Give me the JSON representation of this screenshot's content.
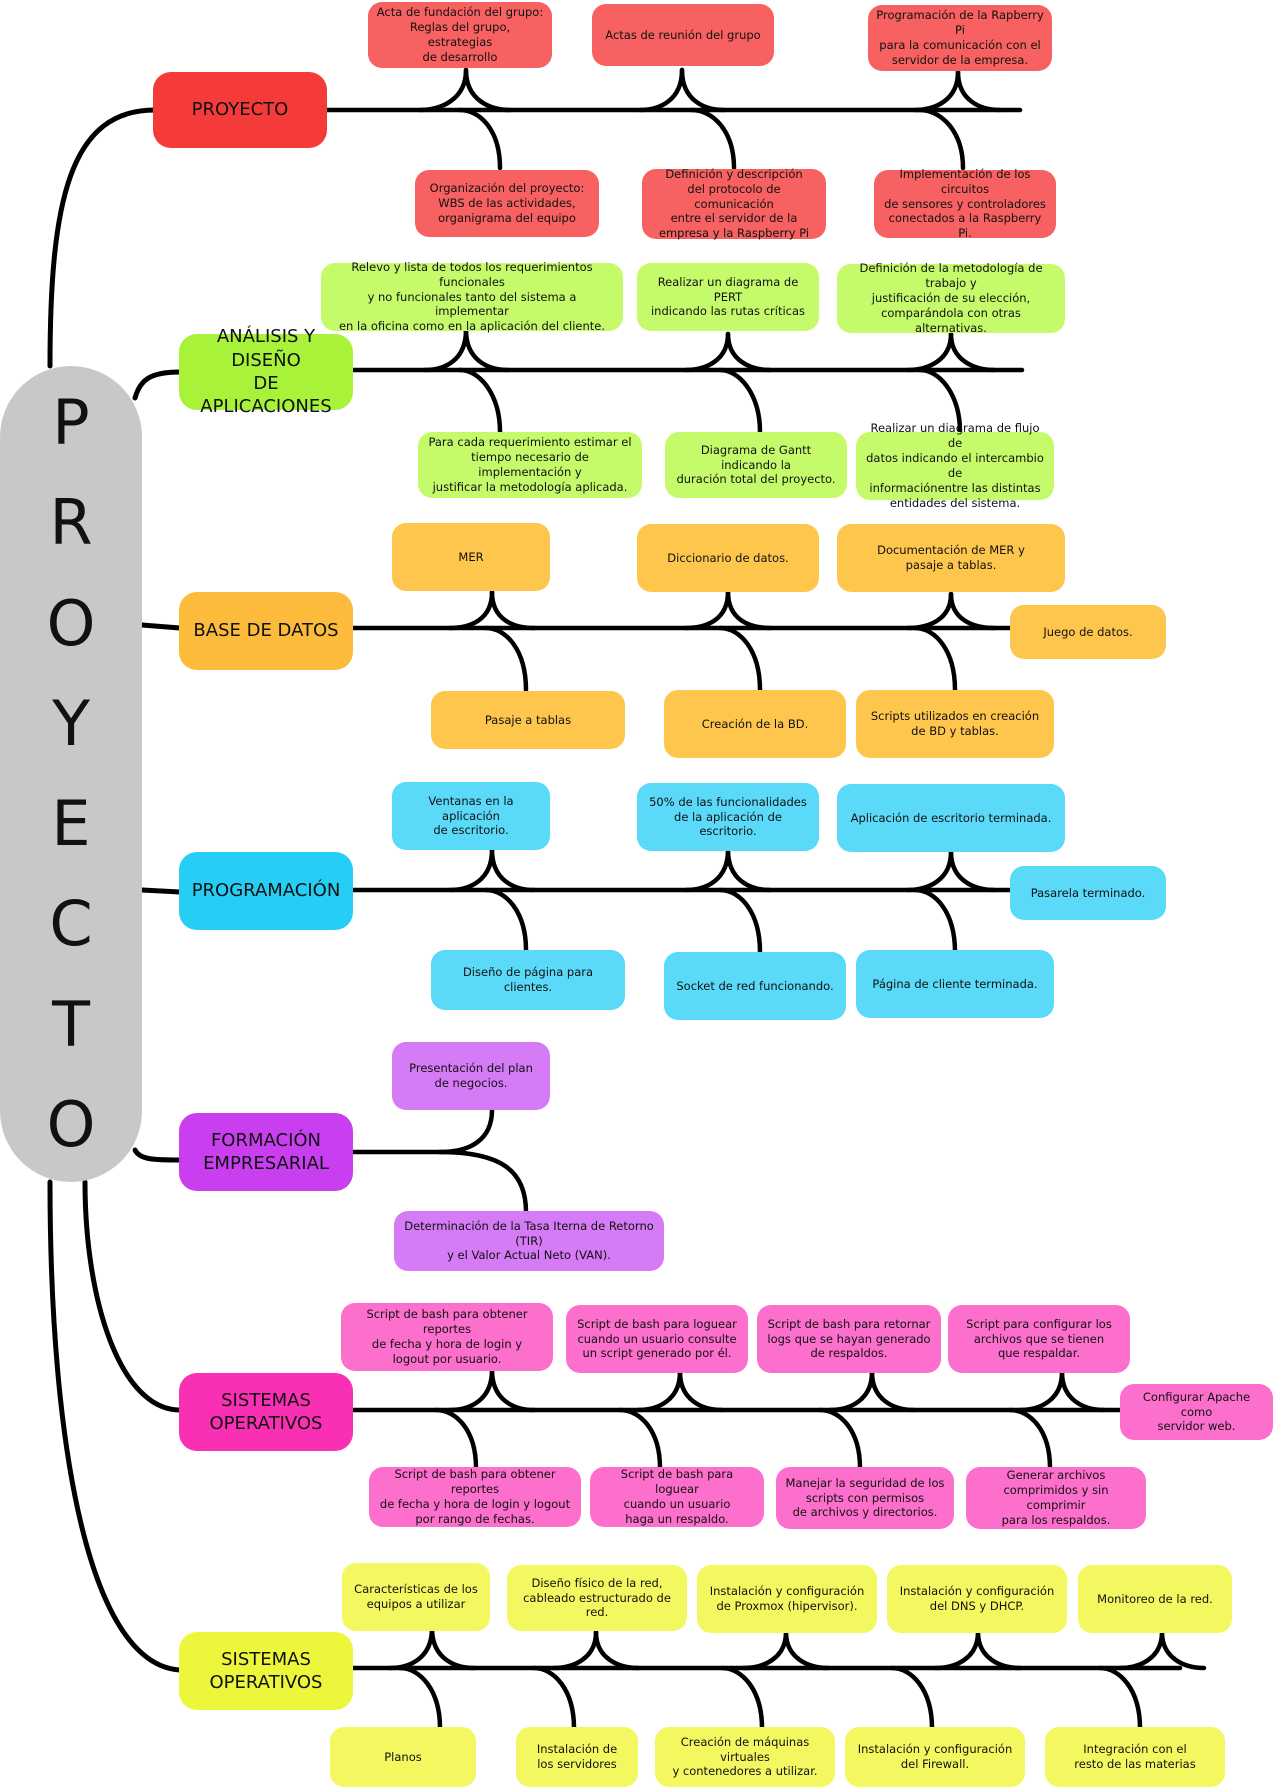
{
  "root": {
    "title": "PROYECTO",
    "letters": [
      "P",
      "R",
      "O",
      "Y",
      "E",
      "C",
      "T",
      "O"
    ]
  },
  "branches": [
    {
      "label": "PROYECTO",
      "color": "#f53a3a",
      "top": [
        "Acta de fundación del grupo:\nReglas del grupo, estrategias\nde desarrollo",
        "Actas de reunión del grupo",
        "Programación de la Rapberry Pi\npara la comunicación con el\nservidor de la empresa."
      ],
      "bottom": [
        "Organización del proyecto:\nWBS de las actividades,\norganigrama del equipo",
        "Definición y descripción\ndel protocolo de comunicación\nentre el servidor de la\nempresa y la Raspberry Pi",
        "Implementación de los circuitos\nde sensores y controladores\nconectados a la Raspberry Pi."
      ]
    },
    {
      "label": "ANÁLISIS Y DISEÑO\nDE APLICACIONES",
      "color": "#a8f23a",
      "top": [
        "Relevo y lista de todos los requerimientos funcionales\ny no funcionales tanto del sistema a implementar\nen la oficina como en la aplicación del cliente.",
        "Realizar un diagrama de PERT\nindicando las rutas críticas",
        "Definición de la metodología de trabajo y\njustificación de su elección,\ncomparándola con otras alternativas."
      ],
      "bottom": [
        "Para cada requerimiento estimar el\ntiempo necesario de implementación y\njustificar la metodología aplicada.",
        "Diagrama de Gantt indicando la\nduración total del proyecto.",
        "Realizar un diagrama de flujo de\ndatos indicando el intercambio de\ninformaciónentre las distintas\nentidades del sistema."
      ]
    },
    {
      "label": "BASE DE DATOS",
      "color": "#fdbb3c",
      "top": [
        "MER",
        "Diccionario de datos.",
        "Documentación de MER y\npasaje a tablas."
      ],
      "end": "Juego de datos.",
      "bottom": [
        "Pasaje a tablas",
        "Creación de la BD.",
        "Scripts utilizados en creación\nde BD y tablas."
      ]
    },
    {
      "label": "PROGRAMACIÓN",
      "color": "#26cdf5",
      "top": [
        "Ventanas en la aplicación\nde escritorio.",
        "50% de las funcionalidades\nde la aplicación de escritorio.",
        "Aplicación de escritorio terminada."
      ],
      "end": "Pasarela terminado.",
      "bottom": [
        "Diseño de página para clientes.",
        "Socket de red funcionando.",
        "Página de cliente terminada."
      ]
    },
    {
      "label": "FORMACIÓN\nEMPRESARIAL",
      "color": "#c93ff0",
      "top": [
        "Presentación del plan\nde negocios."
      ],
      "bottom": [
        "Determinación de la Tasa Iterna de Retorno (TIR)\ny el Valor Actual Neto (VAN)."
      ]
    },
    {
      "label": "SISTEMAS\nOPERATIVOS",
      "color": "#f92fb4",
      "top": [
        "Script de bash para obtener reportes\nde fecha y hora de login y\nlogout por usuario.",
        "Script de bash para loguear\ncuando un usuario consulte\nun script generado por él.",
        "Script de bash para retornar\nlogs que se hayan generado\nde respaldos.",
        "Script para configurar los\narchivos que se tienen\nque respaldar."
      ],
      "end": "Configurar Apache como\nservidor web.",
      "bottom": [
        "Script de bash para obtener reportes\nde fecha y hora de login y logout\npor rango de fechas.",
        "Script de bash para loguear\ncuando un usuario\nhaga un respaldo.",
        "Manejar la seguridad de los\nscripts con permisos\nde archivos y directorios.",
        "Generar archivos\ncomprimidos y sin comprimir\npara los respaldos."
      ]
    },
    {
      "label": "SISTEMAS\nOPERATIVOS",
      "color": "#ecf73c",
      "top": [
        "Características de los\nequipos a utilizar",
        "Diseño físico de la red,\ncableado estructurado de red.",
        "Instalación y configuración\nde Proxmox (hipervisor).",
        "Instalación y configuración\ndel DNS y DHCP.",
        "Monitoreo de la red."
      ],
      "bottom": [
        "Planos",
        "Instalación de\nlos servidores",
        "Creación de máquinas virtuales\ny contenedores a utilizar.",
        "Instalación y configuración\ndel Firewall.",
        "Integración con el\nresto de las materias"
      ]
    }
  ]
}
